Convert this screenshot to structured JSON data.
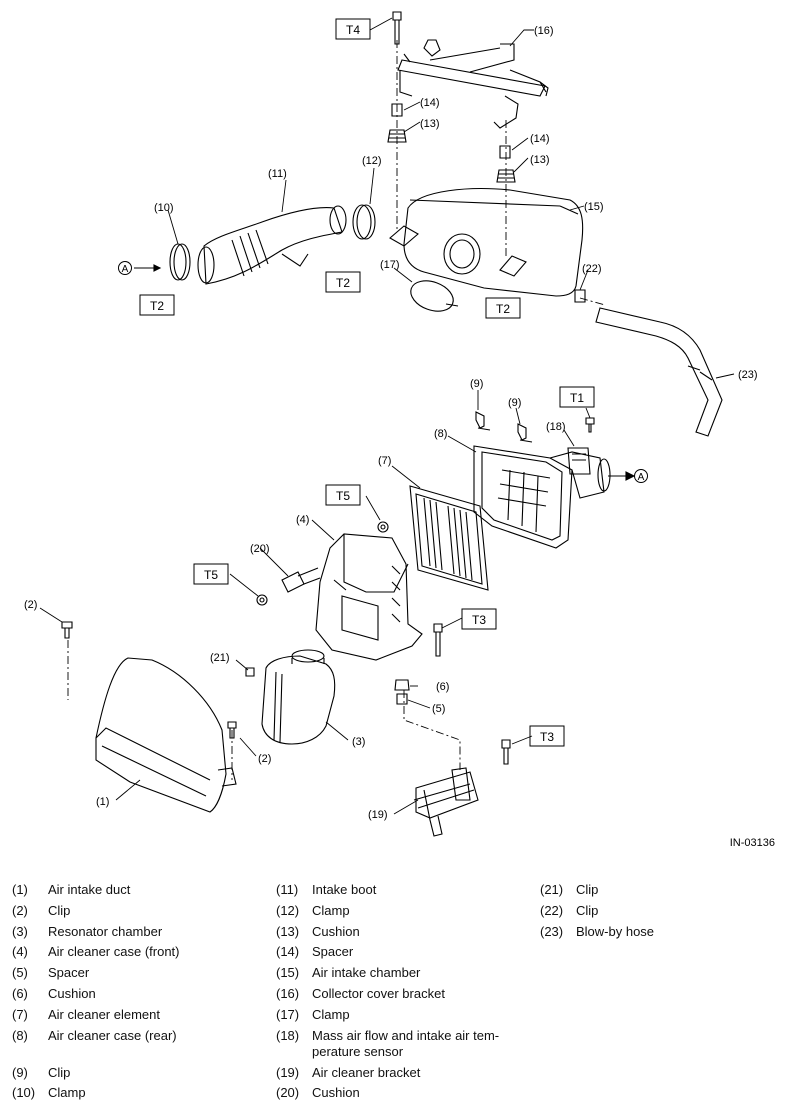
{
  "figure_code": "IN-03136",
  "torque_boxes": [
    "T1",
    "T2",
    "T3",
    "T4",
    "T5"
  ],
  "arrow_letter": "A",
  "callouts": [
    "(1)",
    "(2)",
    "(3)",
    "(4)",
    "(5)",
    "(6)",
    "(7)",
    "(8)",
    "(9)",
    "(10)",
    "(11)",
    "(12)",
    "(13)",
    "(14)",
    "(15)",
    "(16)",
    "(17)",
    "(18)",
    "(19)",
    "(20)",
    "(21)",
    "(22)",
    "(23)"
  ],
  "legend": {
    "col1": [
      {
        "num": "(1)",
        "text": "Air intake duct"
      },
      {
        "num": "(2)",
        "text": "Clip"
      },
      {
        "num": "(3)",
        "text": "Resonator chamber"
      },
      {
        "num": "(4)",
        "text": "Air cleaner case (front)"
      },
      {
        "num": "(5)",
        "text": "Spacer"
      },
      {
        "num": "(6)",
        "text": "Cushion"
      },
      {
        "num": "(7)",
        "text": "Air cleaner element"
      },
      {
        "num": "(8)",
        "text": "Air cleaner case (rear)"
      },
      {
        "num": "(9)",
        "text": "Clip"
      },
      {
        "num": "(10)",
        "text": "Clamp"
      }
    ],
    "col2": [
      {
        "num": "(11)",
        "text": "Intake boot"
      },
      {
        "num": "(12)",
        "text": "Clamp"
      },
      {
        "num": "(13)",
        "text": "Cushion"
      },
      {
        "num": "(14)",
        "text": "Spacer"
      },
      {
        "num": "(15)",
        "text": "Air intake chamber"
      },
      {
        "num": "(16)",
        "text": "Collector cover bracket"
      },
      {
        "num": "(17)",
        "text": "Clamp"
      },
      {
        "num": "(18)",
        "text": "Mass air flow and intake air tem-perature sensor"
      },
      {
        "num": "(19)",
        "text": "Air cleaner bracket"
      },
      {
        "num": "(20)",
        "text": "Cushion"
      }
    ],
    "col3": [
      {
        "num": "(21)",
        "text": "Clip"
      },
      {
        "num": "(22)",
        "text": "Clip"
      },
      {
        "num": "(23)",
        "text": "Blow-by hose"
      }
    ]
  }
}
